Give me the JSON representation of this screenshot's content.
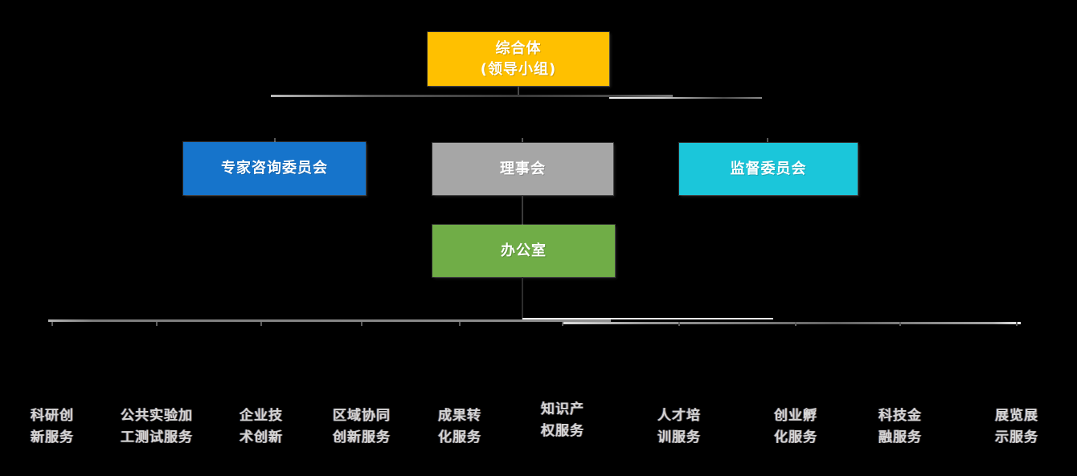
{
  "chart": {
    "type": "org-chart",
    "background_color": "#000000",
    "top": {
      "line1": "综合体",
      "line2": "(领导小组)",
      "full_label": "综合体(领导小组)",
      "color": "#FFC000"
    },
    "level2": [
      {
        "label": "专家咨询委员会",
        "color": "#1674CB"
      },
      {
        "label": "理事会",
        "color": "#A6A6A6"
      },
      {
        "label": "监督委员会",
        "color": "#1BC6DA"
      }
    ],
    "office": {
      "label": "办公室",
      "color": "#70AD47"
    },
    "connector_color": "#8C8C8C",
    "service_text_color": "#D4D4D4",
    "services": [
      {
        "line1": "科研创",
        "line2": "新服务",
        "full_label": "科研创新服务"
      },
      {
        "line1": "公共实验加",
        "line2": "工测试服务",
        "full_label": "公共实验加工测试服务"
      },
      {
        "line1": "企业技",
        "line2": "术创新",
        "full_label": "企业技术创新"
      },
      {
        "line1": "区域协同",
        "line2": "创新服务",
        "full_label": "区域协同创新服务"
      },
      {
        "line1": "成果转",
        "line2": "化服务",
        "full_label": "成果转化服务"
      },
      {
        "line1": "知识产",
        "line2": "权服务",
        "full_label": "知识产权服务"
      },
      {
        "line1": "人才培",
        "line2": "训服务",
        "full_label": "人才培训服务"
      },
      {
        "line1": "创业孵",
        "line2": "化服务",
        "full_label": "创业孵化服务"
      },
      {
        "line1": "科技金",
        "line2": "融服务",
        "full_label": "科技金融服务"
      },
      {
        "line1": "展览展",
        "line2": "示服务",
        "full_label": "展览展示服务"
      }
    ]
  }
}
